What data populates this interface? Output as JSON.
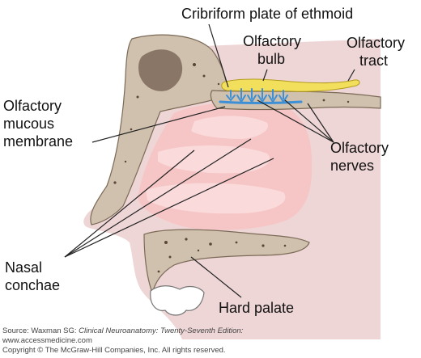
{
  "colors": {
    "background": "#ffffff",
    "tissue_shadow": "#efd6d6",
    "mucosa": "#f6c5c5",
    "mucosa_light": "#fadada",
    "bone": "#cfc1ad",
    "bone_outline": "#7b6a57",
    "bone_pore": "#5a4638",
    "olfactory_tract": "#f2df5c",
    "olfactory_nerves": "#3d8fd6",
    "label_text": "#111111",
    "leader_line": "#222222"
  },
  "labels": {
    "cribriform_plate": "Cribriform plate of ethmoid",
    "olfactory_bulb": [
      "Olfactory",
      "bulb"
    ],
    "olfactory_tract": [
      "Olfactory",
      "tract"
    ],
    "olfactory_mucous_membrane": [
      "Olfactory",
      "mucous",
      "membrane"
    ],
    "olfactory_nerves": [
      "Olfactory",
      "nerves"
    ],
    "nasal_conchae": [
      "Nasal",
      "conchae"
    ],
    "hard_palate": "Hard palate"
  },
  "footer": {
    "source_prefix": "Source: Waxman SG: ",
    "source_title": "Clinical Neuroanatomy: Twenty-Seventh Edition:",
    "website": "www.accessmedicine.com",
    "copyright": "Copyright © The McGraw-Hill Companies, Inc. All rights reserved."
  }
}
